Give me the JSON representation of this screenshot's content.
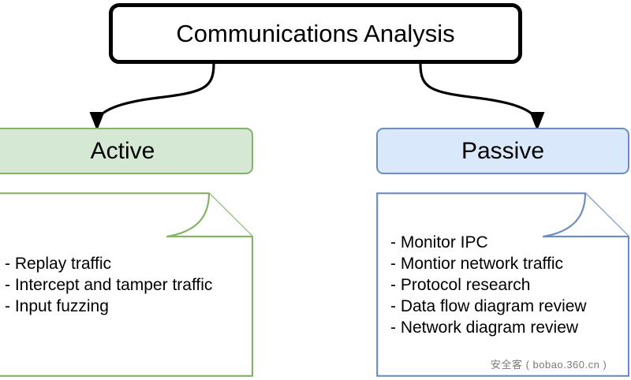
{
  "diagram": {
    "type": "tree",
    "root": {
      "label": "Communications Analysis",
      "border_color": "#000000",
      "fill_color": "#ffffff"
    },
    "branches": [
      {
        "id": "active",
        "header": {
          "label": "Active",
          "fill_color": "#d5e8d4",
          "border_color": "#82b366"
        },
        "note": {
          "border_color": "#82b366",
          "fill_color": "#ffffff",
          "items": [
            "- Replay traffic",
            "- Intercept and tamper traffic",
            "- Input fuzzing"
          ]
        }
      },
      {
        "id": "passive",
        "header": {
          "label": "Passive",
          "fill_color": "#dae8fc",
          "border_color": "#6c8ebf"
        },
        "note": {
          "border_color": "#6c8ebf",
          "fill_color": "#ffffff",
          "items": [
            "- Monitor IPC",
            "- Montior network traffic",
            "- Protocol research",
            "- Data flow diagram review",
            "- Network diagram review"
          ]
        }
      }
    ],
    "connectors": [
      {
        "name": "root-to-active",
        "from": "root",
        "to": "active",
        "style": "curved-arrow",
        "color": "#000000"
      },
      {
        "name": "root-to-passive",
        "from": "root",
        "to": "passive",
        "style": "curved-arrow",
        "color": "#000000"
      }
    ]
  },
  "watermark": {
    "text": "安全客 ( bobao.360.cn )"
  }
}
